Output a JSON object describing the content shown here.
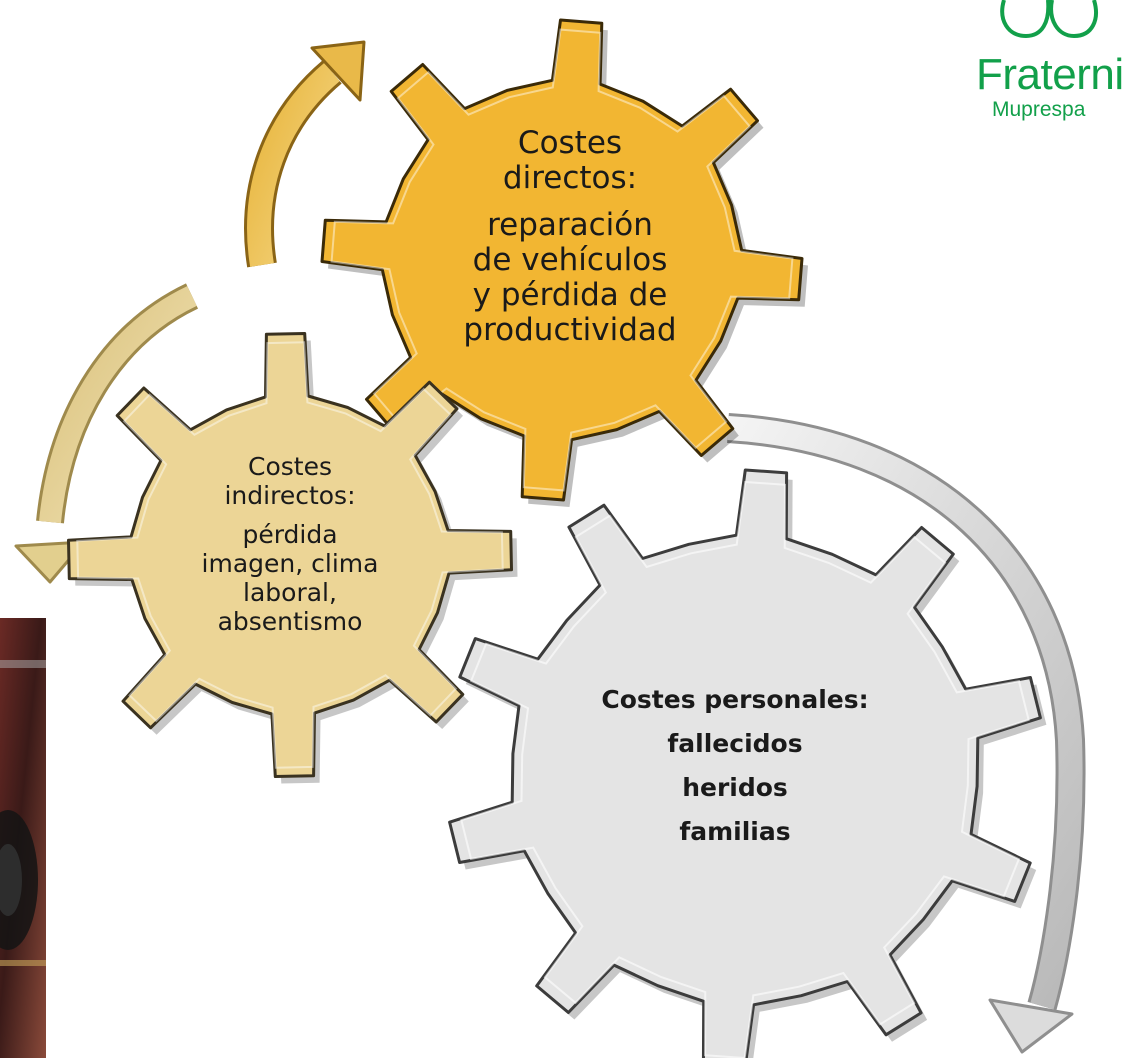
{
  "diagram": {
    "gears": [
      {
        "id": "direct",
        "color": "#f2b632",
        "lines": [
          "Costes",
          "directos:",
          "",
          "reparación",
          "de vehículos",
          "y pérdida de",
          "productividad"
        ]
      },
      {
        "id": "indirect",
        "color": "#ecd596",
        "lines": [
          "Costes",
          "indirectos:",
          "",
          "pérdida",
          "imagen, clima",
          "laboral,",
          "absentismo"
        ]
      },
      {
        "id": "personal",
        "color": "#e4e4e4",
        "lines": [
          "Costes personales:",
          "fallecidos",
          "heridos",
          "familias"
        ]
      }
    ]
  },
  "logo": {
    "name": "Fraternidad",
    "sub": "Muprespa",
    "color": "#12a04a"
  }
}
